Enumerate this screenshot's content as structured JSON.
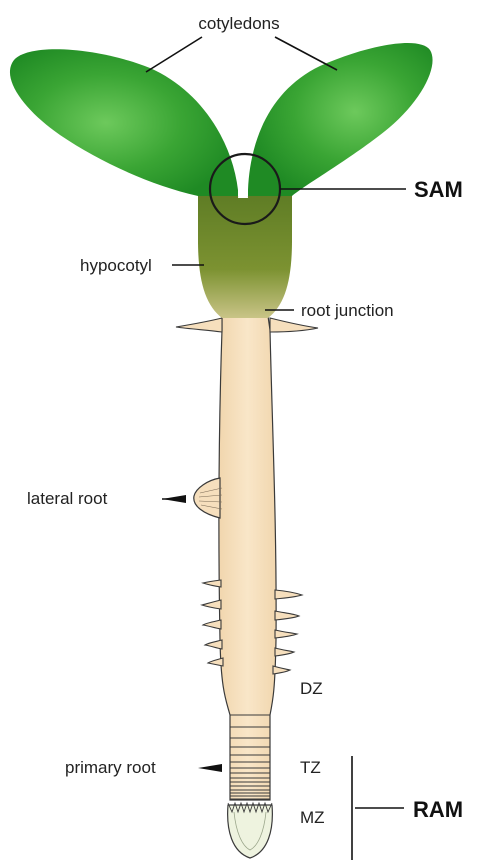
{
  "labels": {
    "cotyledons": "cotyledons",
    "sam": "SAM",
    "hypocotyl": "hypocotyl",
    "root_junction": "root junction",
    "lateral_root": "lateral root",
    "dz": "DZ",
    "primary_root": "primary root",
    "tz": "TZ",
    "mz": "MZ",
    "ram": "RAM"
  },
  "colors": {
    "cotyledon": "#2f9a2e",
    "cotyledon_light": "#5cc04f",
    "hypocotyl": "#6d8a2a",
    "root": "#f6dfbd",
    "root_outline": "#3a3a3a",
    "tip": "#eef3df"
  }
}
